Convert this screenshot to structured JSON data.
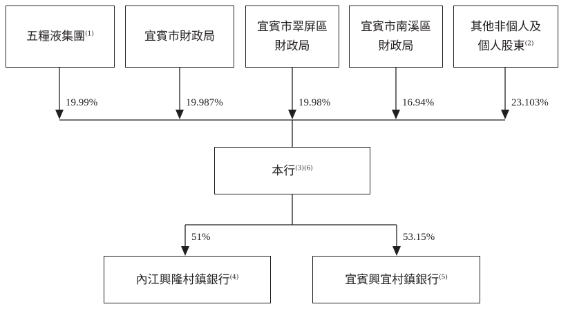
{
  "shareholders": [
    {
      "name": "五糧液集團",
      "note": "(1)",
      "percent": "19.99%"
    },
    {
      "name": "宜賓市財政局",
      "note": "",
      "percent": "19.987%"
    },
    {
      "name_line1": "宜賓市翠屏區",
      "name_line2": "財政局",
      "note": "",
      "percent": "19.98%"
    },
    {
      "name_line1": "宜賓市南溪區",
      "name_line2": "財政局",
      "note": "",
      "percent": "16.94%"
    },
    {
      "name_line1": "其他非個人及",
      "name_line2": "個人股東",
      "note": "(2)",
      "percent": "23.103%"
    }
  ],
  "bank": {
    "name": "本行",
    "notes": "(3)(6)"
  },
  "subsidiaries": [
    {
      "name": "內江興隆村鎮銀行",
      "note": "(4)",
      "percent": "51%"
    },
    {
      "name": "宜賓興宜村鎮銀行",
      "note": "(5)",
      "percent": "53.15%"
    }
  ],
  "line_color": "#231f20"
}
